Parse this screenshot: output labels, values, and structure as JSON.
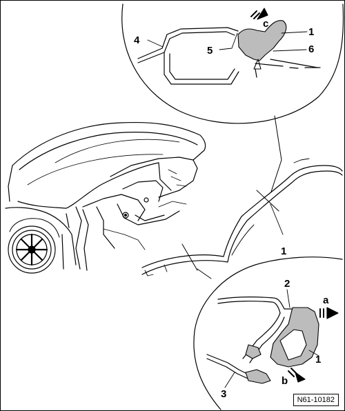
{
  "figure": {
    "id": "N61-10182"
  },
  "callouts": {
    "detail_top": {
      "label_1": "1",
      "label_4": "4",
      "label_5": "5",
      "label_6": "6",
      "arrow_c": "c"
    },
    "main_view": {
      "label_1": "1"
    },
    "detail_bottom": {
      "label_1": "1",
      "label_2": "2",
      "label_3": "3",
      "arrow_a": "a",
      "arrow_b": "b"
    }
  }
}
